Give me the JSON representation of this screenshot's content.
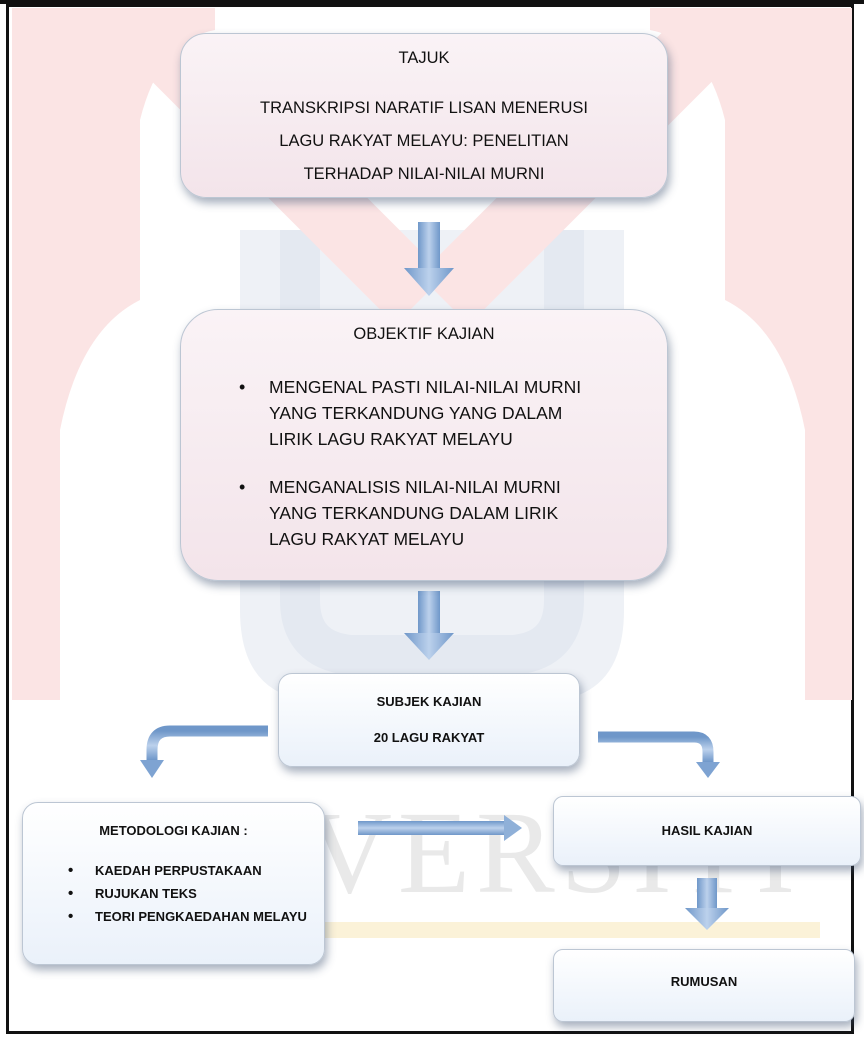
{
  "title_box": {
    "heading": "TAJUK",
    "lines": [
      "TRANSKRIPSI NARATIF LISAN MENERUSI",
      "LAGU RAKYAT MELAYU: PENELITIAN",
      "TERHADAP NILAI-NILAI MURNI"
    ]
  },
  "objective_box": {
    "heading": "OBJEKTIF KAJIAN",
    "items": [
      "MENGENAL PASTI NILAI-NILAI MURNI YANG TERKANDUNG YANG DALAM LIRIK LAGU RAKYAT MELAYU",
      "MENGANALISIS NILAI-NILAI MURNI YANG TERKANDUNG DALAM LIRIK LAGU RAKYAT MELAYU"
    ]
  },
  "subject_box": {
    "heading": "SUBJEK KAJIAN",
    "detail": "20 LAGU RAKYAT"
  },
  "method_box": {
    "heading": "METODOLOGI KAJIAN :",
    "items": [
      "KAEDAH PERPUSTAKAAN",
      "RUJUKAN TEKS",
      "TEORI PENGKAEDAHAN MELAYU"
    ]
  },
  "result_box": {
    "label": "HASIL KAJIAN"
  },
  "conclusion_box": {
    "label": "RUMUSAN"
  },
  "watermark": {
    "text": "UNIVERSITI"
  },
  "colors": {
    "arrow": "#8fb0d8",
    "box_pink": "#f3e4ea",
    "box_blue": "#eaf1fa",
    "border": "#111111"
  }
}
